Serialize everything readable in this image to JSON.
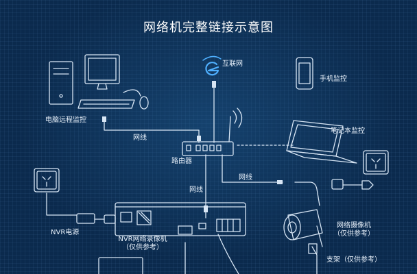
{
  "title": "网络机完整链接示意图",
  "labels": {
    "internet": "互联网",
    "pc_monitor": "电脑远程监控",
    "phone_monitor": "手机监控",
    "laptop_monitor": "笔记本监控",
    "cable_left": "网线",
    "cable_middle": "网线",
    "cable_right": "网线",
    "router": "路由器",
    "nvr_power": "NVR电源",
    "nvr_line1": "NVR网络录像机",
    "nvr_line2": "（仅供参考）",
    "camera_line1": "网络摄像机",
    "camera_line2": "（仅供参考）",
    "bracket": "支架（仅供参考）"
  },
  "icons": {
    "internet": "internet-explorer-icon",
    "desktop": "desktop-computer-icon",
    "phone": "smartphone-icon",
    "laptop": "laptop-icon",
    "router": "router-icon",
    "outlet": "power-outlet-icon",
    "nvr": "nvr-recorder-icon",
    "camera": "bullet-camera-icon"
  },
  "colors": {
    "background": "#0b2a4d",
    "line": "#d8e6f5",
    "text": "#e8f1fb",
    "accent": "#4fb0ff"
  }
}
